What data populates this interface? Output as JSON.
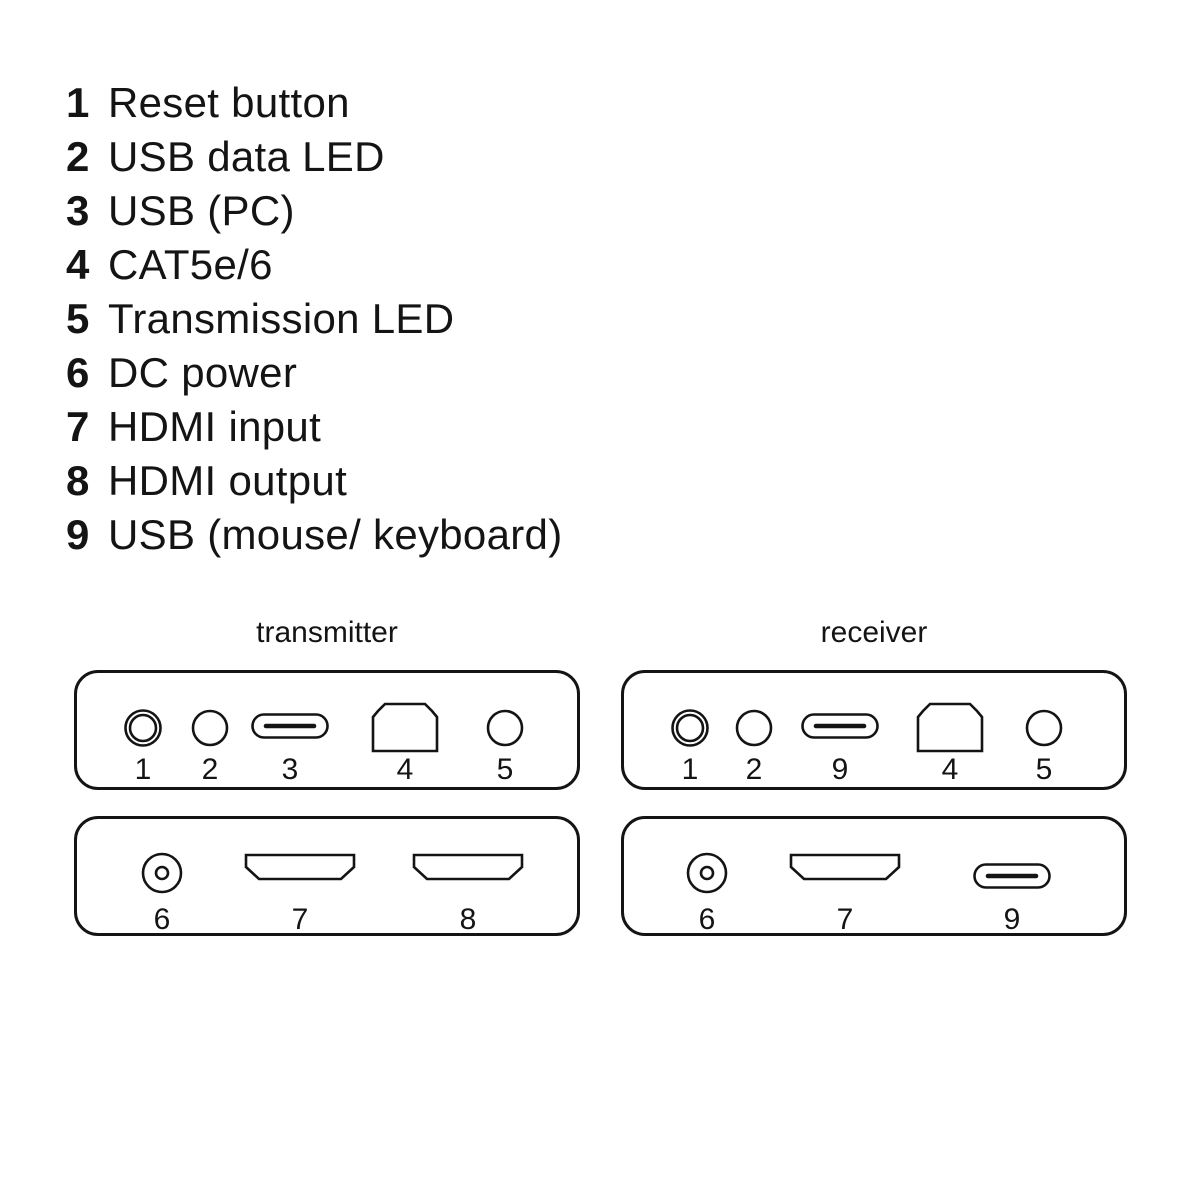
{
  "legend": {
    "items": [
      {
        "num": "1",
        "label": "Reset button"
      },
      {
        "num": "2",
        "label": "USB data LED"
      },
      {
        "num": "3",
        "label": "USB (PC)"
      },
      {
        "num": "4",
        "label": "CAT5e/6"
      },
      {
        "num": "5",
        "label": "Transmission LED"
      },
      {
        "num": "6",
        "label": "DC power"
      },
      {
        "num": "7",
        "label": "HDMI input"
      },
      {
        "num": "8",
        "label": "HDMI output"
      },
      {
        "num": "9",
        "label": "USB (mouse/ keyboard)"
      }
    ]
  },
  "devices": {
    "transmitter": {
      "title": "transmitter",
      "front_ports": [
        "1",
        "2",
        "3",
        "4",
        "5"
      ],
      "back_ports": [
        "6",
        "7",
        "8"
      ]
    },
    "receiver": {
      "title": "receiver",
      "front_ports": [
        "1",
        "2",
        "9",
        "4",
        "5"
      ],
      "back_ports": [
        "6",
        "7",
        "9"
      ]
    }
  },
  "colors": {
    "ink": "#141414",
    "background": "#ffffff"
  }
}
